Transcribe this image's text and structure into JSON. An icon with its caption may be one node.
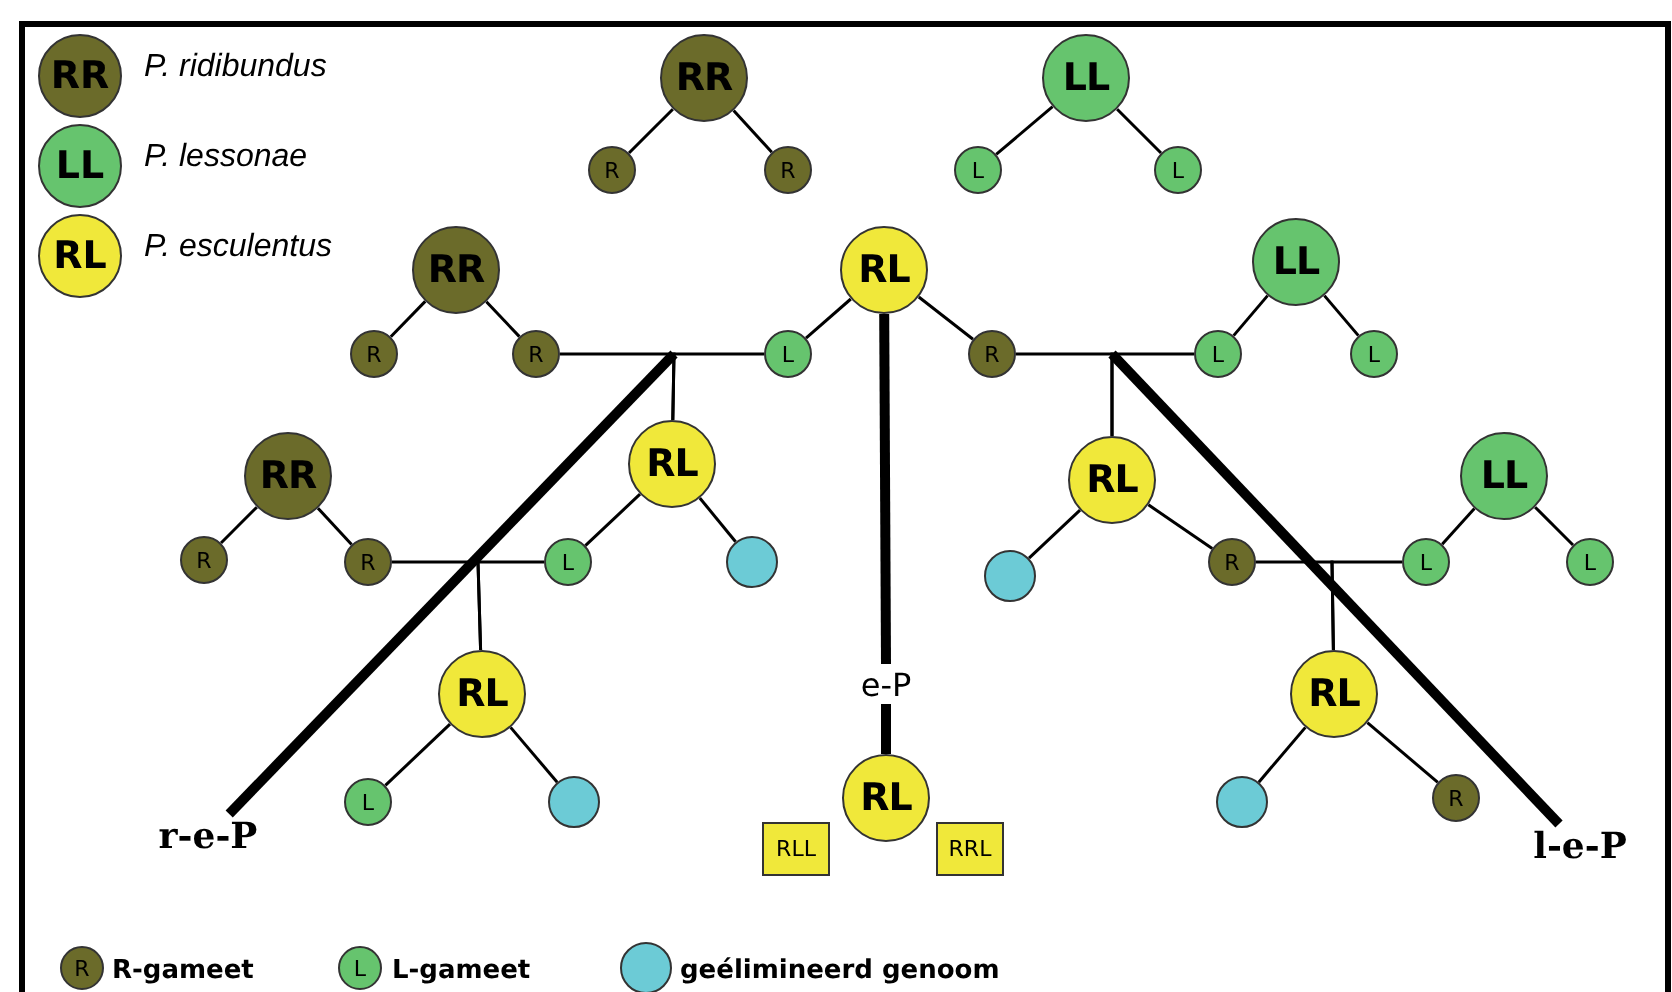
{
  "diagram": {
    "nodes": [
      {
        "text": [
          "RR"
        ]
      },
      {
        "text": [
          "LL"
        ]
      },
      {
        "text": [
          "R"
        ]
      },
      {
        "text": [
          "R"
        ]
      },
      {
        "text": [
          "L"
        ]
      },
      {
        "text": [
          "L"
        ]
      },
      {
        "text": [
          "RR"
        ]
      },
      {
        "text": [
          "RL"
        ]
      },
      {
        "text": [
          "LL"
        ]
      },
      {
        "text": [
          "R"
        ]
      },
      {
        "text": [
          "R"
        ]
      },
      {
        "text": [
          "L"
        ]
      },
      {
        "text": [
          "R"
        ]
      },
      {
        "text": [
          "L"
        ]
      },
      {
        "text": [
          "L"
        ]
      },
      {
        "text": [
          "RR"
        ]
      },
      {
        "text": [
          "RL"
        ]
      },
      {
        "text": [
          "RL"
        ]
      },
      {
        "text": [
          "LL"
        ]
      },
      {
        "text": [
          "R"
        ]
      },
      {
        "text": [
          "R"
        ]
      },
      {
        "text": [
          "L"
        ]
      },
      {
        "text": [],
        "shape": "circle"
      },
      {
        "text": [],
        "shape": "circle"
      },
      {
        "text": [
          "R"
        ]
      },
      {
        "text": [
          "L"
        ]
      },
      {
        "text": [
          "L"
        ]
      },
      {
        "text": [
          "RL"
        ]
      },
      {
        "text": [
          "e-P"
        ]
      },
      {
        "text": [
          "RL"
        ]
      },
      {
        "text": [
          "L"
        ]
      },
      {
        "text": [],
        "shape": "circle"
      },
      {
        "text": [
          "RL"
        ],
        "beside": [
          "RLL",
          "RRL"
        ]
      },
      {
        "text": [],
        "shape": "circle"
      },
      {
        "text": [
          "R"
        ]
      },
      {
        "text": [
          "r-e-P"
        ]
      },
      {
        "text": [
          "l-e-P"
        ]
      }
    ],
    "edges": [
      {
        "from": 0,
        "to": 2,
        "arrow": "none"
      },
      {
        "from": 0,
        "to": 3,
        "arrow": "none"
      },
      {
        "from": 1,
        "to": 4,
        "arrow": "none"
      },
      {
        "from": 1,
        "to": 5,
        "arrow": "none"
      },
      {
        "from": 6,
        "to": 9,
        "arrow": "none"
      },
      {
        "from": 6,
        "to": 10,
        "arrow": "none"
      },
      {
        "from": 7,
        "to": 11,
        "arrow": "none"
      },
      {
        "from": 7,
        "to": 12,
        "arrow": "none"
      },
      {
        "from": 8,
        "to": 13,
        "arrow": "none"
      },
      {
        "from": 8,
        "to": 14,
        "arrow": "none"
      },
      {
        "from": 10,
        "to": 16,
        "arrow": "none"
      },
      {
        "from": 11,
        "to": 16,
        "arrow": "none"
      },
      {
        "from": 12,
        "to": 17,
        "arrow": "none"
      },
      {
        "from": 13,
        "to": 17,
        "arrow": "none"
      },
      {
        "from": 7,
        "to": 28,
        "arrow": "none",
        "style": "thick"
      },
      {
        "from": 15,
        "to": 19,
        "arrow": "none"
      },
      {
        "from": 15,
        "to": 20,
        "arrow": "none"
      },
      {
        "from": 16,
        "to": 21,
        "arrow": "none"
      },
      {
        "from": 16,
        "to": 22,
        "arrow": "none"
      },
      {
        "from": 17,
        "to": 23,
        "arrow": "none"
      },
      {
        "from": 17,
        "to": 24,
        "arrow": "none"
      },
      {
        "from": 18,
        "to": 25,
        "arrow": "none"
      },
      {
        "from": 18,
        "to": 26,
        "arrow": "none"
      },
      {
        "from": 20,
        "to": 27,
        "arrow": "none"
      },
      {
        "from": 21,
        "to": 27,
        "arrow": "none"
      },
      {
        "from": 24,
        "to": 29,
        "arrow": "none"
      },
      {
        "from": 25,
        "to": 29,
        "arrow": "none"
      },
      {
        "from": 28,
        "to": 32,
        "arrow": "none",
        "style": "thick"
      },
      {
        "from": 27,
        "to": 30,
        "arrow": "none"
      },
      {
        "from": 27,
        "to": 31,
        "arrow": "none"
      },
      {
        "from": 29,
        "to": 33,
        "arrow": "none"
      },
      {
        "from": 29,
        "to": 34,
        "arrow": "none"
      },
      {
        "from": null,
        "to": 35,
        "arrow": "none",
        "style": "thick"
      },
      {
        "from": null,
        "to": 36,
        "arrow": "none",
        "style": "thick"
      }
    ],
    "labels": [
      "RR",
      "LL",
      "RL",
      "R",
      "L"
    ],
    "legend": [
      {
        "text": "P. ridibundus",
        "color": "#6b6b2a"
      },
      {
        "text": "P. lessonae",
        "color": "#66c46e"
      },
      {
        "text": "P. esculentus",
        "color": "#f0e83a"
      },
      {
        "text": "R-gameet",
        "color": "#6b6b2a"
      },
      {
        "text": "L-gameet",
        "color": "#66c46e"
      },
      {
        "text": "geélimineerd genoom",
        "color": "#6ccbd6"
      }
    ]
  }
}
